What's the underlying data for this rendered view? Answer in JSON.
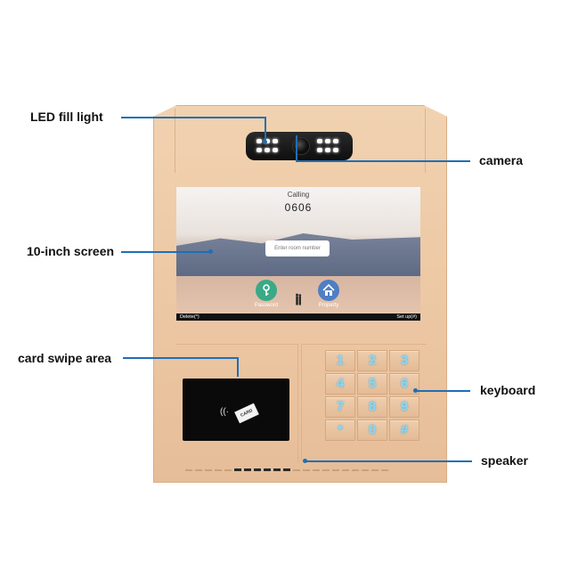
{
  "callouts": {
    "led": "LED fill light",
    "screen": "10-inch screen",
    "card": "card swipe area",
    "camera": "camera",
    "keyboard": "keyboard",
    "speaker": "speaker"
  },
  "screen": {
    "calling": "Calling",
    "room_number": "0606",
    "input_placeholder": "Enter room number",
    "password_label": "Password",
    "property_label": "Property",
    "delete_label": "Delete(*)",
    "setup_label": "Set up(#)"
  },
  "card_text": "CARD",
  "keys": [
    "1",
    "2",
    "3",
    "4",
    "5",
    "6",
    "7",
    "8",
    "9",
    "*",
    "0",
    "#"
  ],
  "colors": {
    "leader": "#1f6fb5",
    "shell": "#ecc6a2",
    "password_button": "#3aa987",
    "property_button": "#4f7ec4",
    "key_glow": "#8fd6f0"
  }
}
